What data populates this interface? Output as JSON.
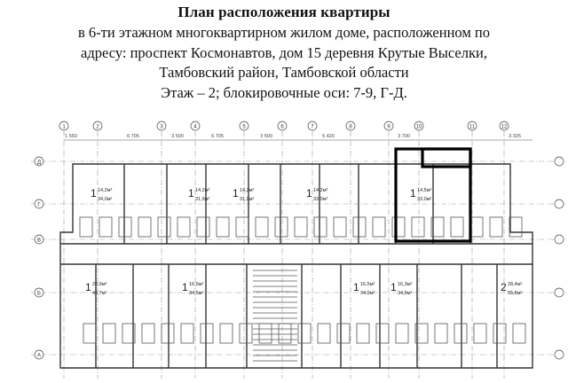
{
  "header": {
    "title": "План расположения квартиры",
    "line1": "в 6-ти этажном многоквартирном жилом доме, расположенном по",
    "line2": "адресу: проспект Космонавтов, дом 15 деревня Крутые Выселки,",
    "line3": "Тамбовский район, Тамбовской области",
    "line4": "Этаж – 2; блокировочные оси: 7-9, Г-Д."
  },
  "plan": {
    "axis_labels": [
      "1",
      "2",
      "3",
      "4",
      "5",
      "6",
      "7",
      "8",
      "9",
      "10",
      "11",
      "12"
    ],
    "row_labels": [
      "Д",
      "Г",
      "В",
      "Б",
      "А"
    ],
    "dims_top": [
      "1 550",
      "6 705",
      "3 500",
      "6 705",
      "3 500",
      "5 420",
      "3 700",
      "3 325"
    ],
    "apartments_top": [
      {
        "n": "1",
        "area": "14,2м²",
        "total": "34,0м²"
      },
      {
        "n": "1",
        "area": "14,2м²",
        "total": "31,9м²"
      },
      {
        "n": "1",
        "area": "14,2м²",
        "total": "31,9м²"
      },
      {
        "n": "1",
        "area": "14,2м²",
        "total": "33,0м²"
      },
      {
        "n": "1",
        "area": "14,5м²",
        "total": "33,0м²"
      }
    ],
    "apartments_bottom": [
      {
        "n": "1",
        "area": "20,9м²",
        "total": "40,7м²"
      },
      {
        "n": "1",
        "area": "16,5м²",
        "total": "34,5м²"
      },
      {
        "n": "1",
        "area": "16,5м²",
        "total": "34,9м²"
      },
      {
        "n": "1",
        "area": "16,3м²",
        "total": "34,9м²"
      },
      {
        "n": "2",
        "area": "28,4м²",
        "total": "55,8м²"
      }
    ]
  }
}
